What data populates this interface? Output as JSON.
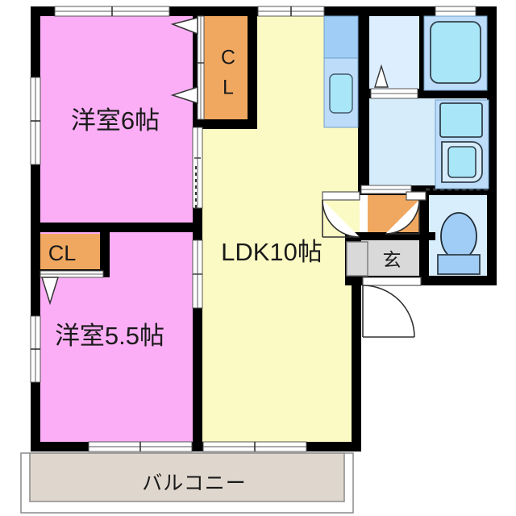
{
  "plan": {
    "title": "2LDK apartment floor plan",
    "rooms": [
      {
        "key": "bedroom_6",
        "label": "洋室6帖",
        "type": "western-room",
        "size_jo": 6,
        "color": "#fbaef5"
      },
      {
        "key": "bedroom_55",
        "label": "洋室5.5帖",
        "type": "western-room",
        "size_jo": 5.5,
        "color": "#fbaef5"
      },
      {
        "key": "ldk",
        "label": "LDK10帖",
        "type": "living-dining-kitchen",
        "size_jo": 10,
        "color": "#fcfac4"
      },
      {
        "key": "closet_top",
        "label_line1": "C",
        "label_line2": "L",
        "label": "CL",
        "type": "closet",
        "color": "#f0a860"
      },
      {
        "key": "closet_bottom",
        "label": "CL",
        "type": "closet",
        "color": "#f0a860"
      },
      {
        "key": "entrance",
        "label": "玄",
        "type": "entrance-genkan",
        "color": "#d9d9d9"
      },
      {
        "key": "balcony",
        "label": "バルコニー",
        "type": "balcony",
        "color": "#dfd7cd"
      },
      {
        "key": "bath",
        "label": "",
        "type": "bathroom",
        "color": "#ddeeff"
      },
      {
        "key": "washroom",
        "label": "",
        "type": "washroom",
        "color": "#d6ecfa"
      },
      {
        "key": "toilet",
        "label": "",
        "type": "toilet",
        "color": "#d9eefc"
      },
      {
        "key": "kitchen",
        "label": "",
        "type": "kitchen-counter",
        "color": "#bcdcfa"
      }
    ],
    "fixtures": [
      {
        "key": "bathtub",
        "name": "bathtub-icon"
      },
      {
        "key": "vanity-sink",
        "name": "vanity-sink-icon"
      },
      {
        "key": "washing-machine",
        "name": "washing-machine-pan-icon"
      },
      {
        "key": "toilet-bowl",
        "name": "toilet-bowl-icon"
      },
      {
        "key": "kitchen-sink",
        "name": "kitchen-sink-icon"
      },
      {
        "key": "stove",
        "name": "stove-icon"
      }
    ],
    "colors": {
      "wall": "#000000",
      "bedroom": "#fbaef5",
      "ldk": "#fcfac4",
      "closet": "#f0a860",
      "entrance": "#d9d9d9",
      "balcony": "#dfd7cd",
      "water_light": "#ddeeff",
      "water_mid": "#bcdcfa",
      "water_strong": "#a9e6f7",
      "outline": "#333333"
    }
  },
  "labels": {
    "bedroom_6": "洋室6帖",
    "bedroom_55": "洋室5.5帖",
    "ldk": "LDK10帖",
    "closet_top_c": "C",
    "closet_top_l": "L",
    "closet_bottom": "CL",
    "entrance": "玄",
    "balcony": "バルコニー"
  }
}
